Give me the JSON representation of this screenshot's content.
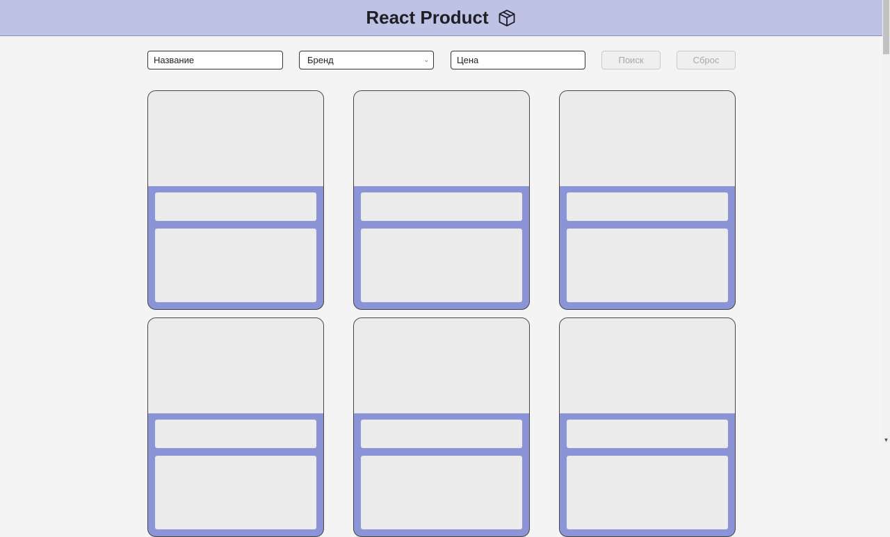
{
  "header": {
    "title": "React Product",
    "icon": "box-icon",
    "background": "#bec3e6"
  },
  "filters": {
    "name_placeholder": "Название",
    "brand_selected": "Бренд",
    "price_placeholder": "Цена",
    "search_label": "Поиск",
    "reset_label": "Сброс"
  },
  "products": {
    "accent_color": "#8a94d6",
    "loading_cards": 6
  }
}
